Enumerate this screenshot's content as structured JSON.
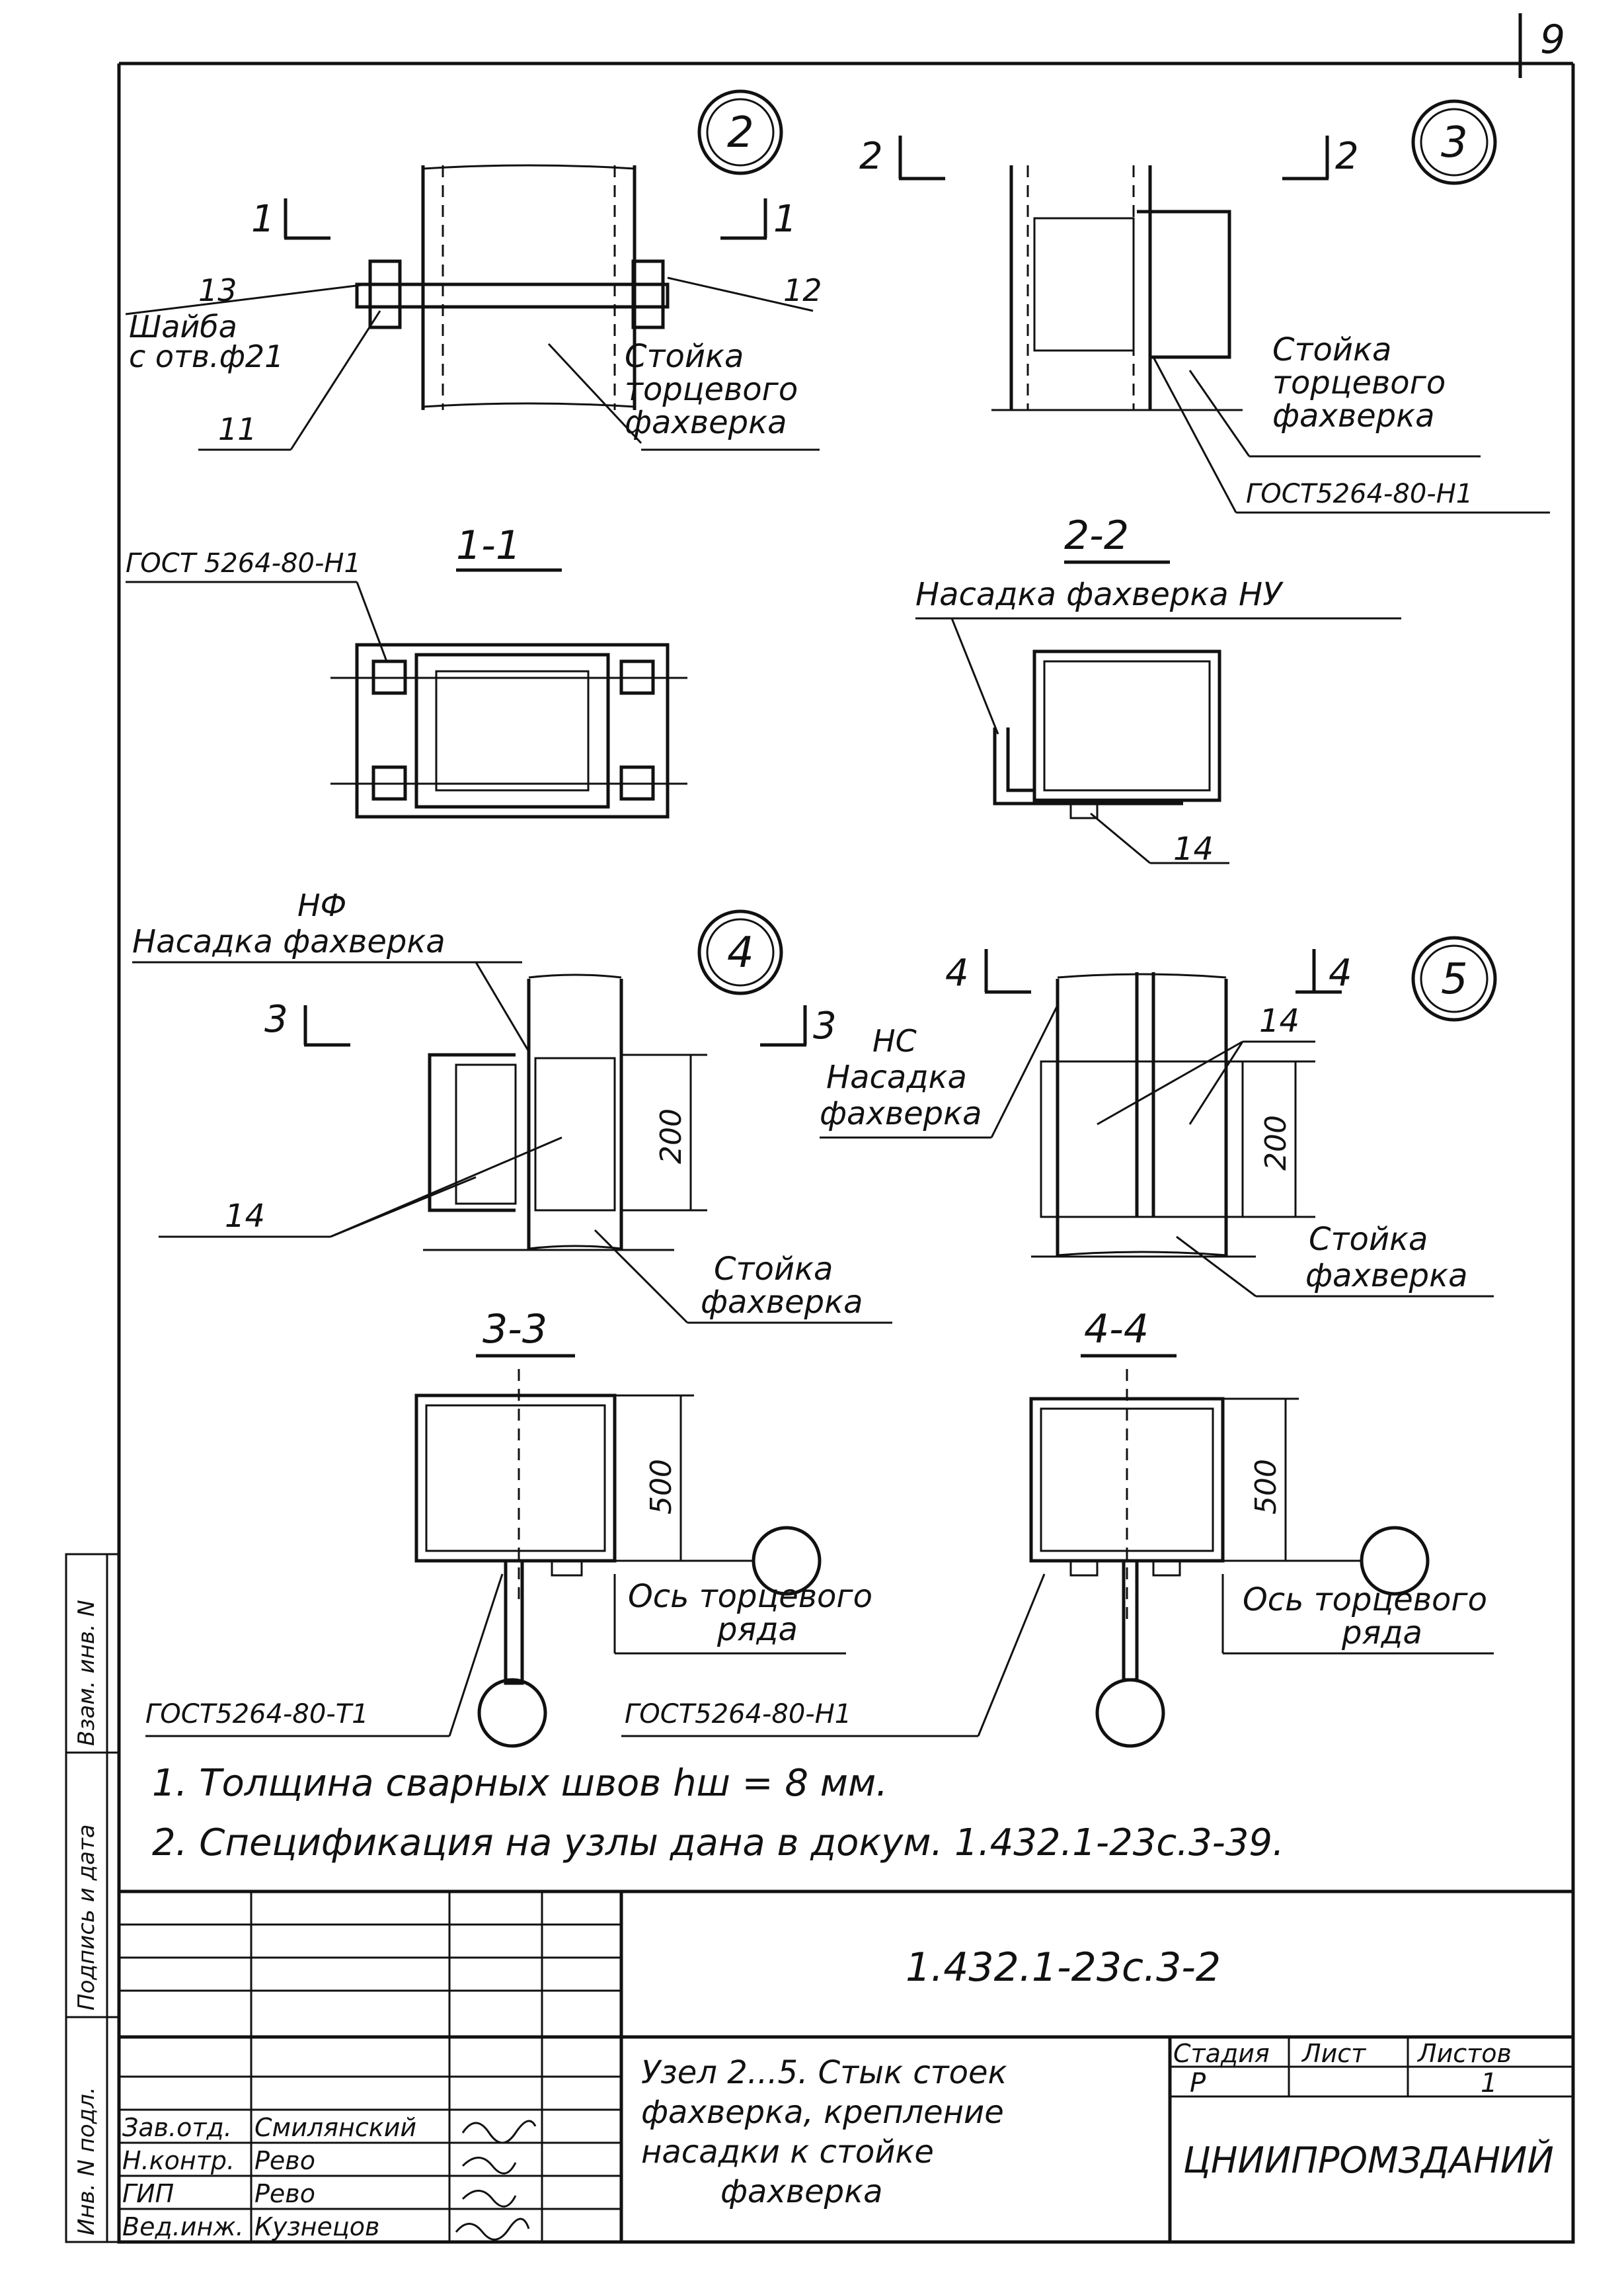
{
  "sheet": {
    "page_number": "9"
  },
  "nodes": {
    "n2": {
      "marker": "2",
      "cut": "1",
      "callout_13": "13",
      "callout_12": "12",
      "callout_11": "11",
      "washer_line1": "Шайба",
      "washer_line2": "с отв.ф21",
      "post_line1": "Стойка",
      "post_line2": "торцевого",
      "post_line3": "фахверка"
    },
    "n3": {
      "marker": "3",
      "cut": "2",
      "post_line1": "Стойка",
      "post_line2": "торцевого",
      "post_line3": "фахверка",
      "weld": "ГОСТ5264-80-Н1"
    },
    "n4": {
      "marker": "4",
      "cut": "3",
      "cap_code": "НФ",
      "cap_label": "Насадка фахверка",
      "dim": "200",
      "callout_14": "14",
      "post_line1": "Стойка",
      "post_line2": "фахверка"
    },
    "n5": {
      "marker": "5",
      "cut": "4",
      "cap_code": "НС",
      "cap_line1": "Насадка",
      "cap_line2": "фахверка",
      "callout_14": "14",
      "dim": "200",
      "post_line1": "Стойка",
      "post_line2": "фахверка"
    }
  },
  "sections": {
    "s11": {
      "title": "1-1",
      "weld": "ГОСТ 5264-80-Н1"
    },
    "s22": {
      "title": "2-2",
      "cap_label": "Насадка фахверка НУ",
      "callout_14": "14"
    },
    "s33": {
      "title": "3-3",
      "dim": "500",
      "axis_line1": "Ось торцевого",
      "axis_line2": "ряда",
      "weld": "ГОСТ5264-80-Т1"
    },
    "s44": {
      "title": "4-4",
      "dim": "500",
      "axis_line1": "Ось торцевого",
      "axis_line2": "ряда",
      "weld": "ГОСТ5264-80-Н1"
    }
  },
  "notes": [
    "1. Толщина сварных швов hш = 8 мм.",
    "2. Спецификация на узлы дана в докум. 1.432.1-23с.3-39."
  ],
  "title_block": {
    "code": "1.432.1-23с.3-2",
    "title_lines": [
      "Узел 2...5. Стык стоек",
      "фахверка, крепление",
      "насадки к стойке",
      "фахверка"
    ],
    "stage_header": "Стадия",
    "sheet_header": "Лист",
    "sheets_header": "Листов",
    "stage": "Р",
    "sheet": "",
    "sheets": "1",
    "organization": "ЦНИИПРОМЗДАНИЙ",
    "staff": [
      {
        "role": "Зав.отд.",
        "name": "Смилянский"
      },
      {
        "role": "Н.контр.",
        "name": "Рево"
      },
      {
        "role": "ГИП",
        "name": "Рево"
      },
      {
        "role": "Вед.инж.",
        "name": "Кузнецов"
      }
    ]
  },
  "side_stamp": [
    "Инв. N подл.",
    "Подпись и дата",
    "Взам. инв. N"
  ]
}
